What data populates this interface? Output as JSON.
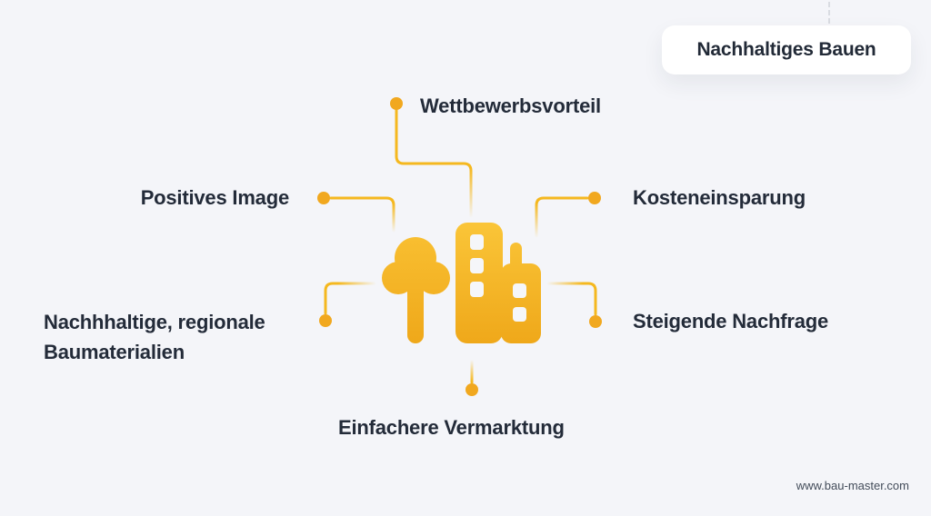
{
  "title_badge": {
    "label": "Nachhaltiges Bauen"
  },
  "diagram": {
    "center_icon": "tree-and-building",
    "benefits": {
      "top": {
        "label": "Wettbewerbsvorteil"
      },
      "left_upper": {
        "label": "Positives Image"
      },
      "right_upper": {
        "label": "Kosteneinsparung"
      },
      "left_lower": {
        "label": "Nachhhaltige, regionale Baumaterialien"
      },
      "right_lower": {
        "label": "Steigende Nachfrage"
      },
      "bottom": {
        "label": "Einfachere Vermarktung"
      }
    }
  },
  "footer": {
    "website": "www.bau-master.com"
  },
  "colors": {
    "background": "#F4F5F9",
    "connector_line": "#F5B81F",
    "connector_dot": "#F1A81F",
    "icon_gold_light": "#FAC538",
    "icon_gold_dark": "#EFA81A",
    "text": "#232B39",
    "badge_background": "#FFFFFF"
  }
}
